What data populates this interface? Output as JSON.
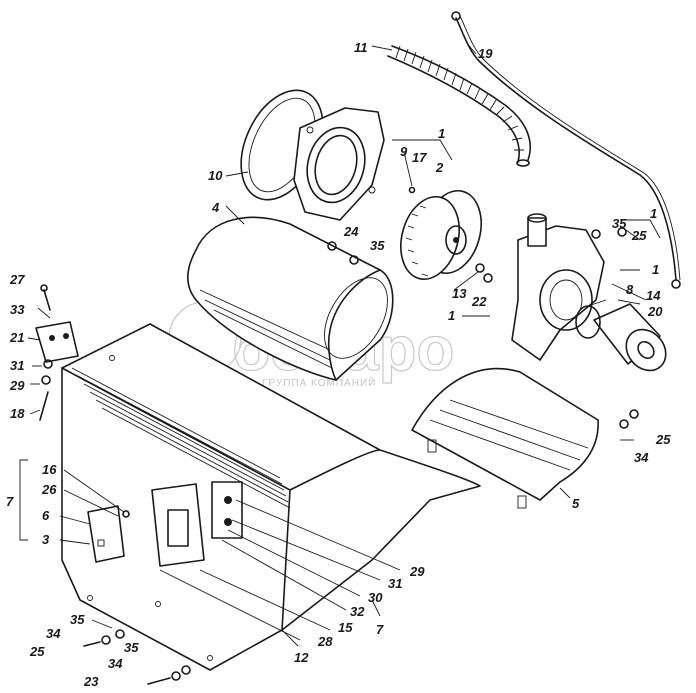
{
  "watermark": {
    "brand": "беларо",
    "tagline": "ГРУППА КОМПАНИЙ"
  },
  "colors": {
    "ink": "#1a1a1a",
    "watermark": "#c9c9c9",
    "background": "#ffffff"
  },
  "labels": [
    {
      "id": "l11",
      "text": "11"
    },
    {
      "id": "l19",
      "text": "19"
    },
    {
      "id": "l1a",
      "text": "1"
    },
    {
      "id": "l9",
      "text": "9"
    },
    {
      "id": "l17",
      "text": "17"
    },
    {
      "id": "l2",
      "text": "2"
    },
    {
      "id": "l10",
      "text": "10"
    },
    {
      "id": "l4",
      "text": "4"
    },
    {
      "id": "l24",
      "text": "24"
    },
    {
      "id": "l35a",
      "text": "35"
    },
    {
      "id": "l35b",
      "text": "35"
    },
    {
      "id": "l1b",
      "text": "1"
    },
    {
      "id": "l25a",
      "text": "25"
    },
    {
      "id": "l1c",
      "text": "1"
    },
    {
      "id": "l8",
      "text": "8"
    },
    {
      "id": "l14",
      "text": "14"
    },
    {
      "id": "l20",
      "text": "20"
    },
    {
      "id": "l13",
      "text": "13"
    },
    {
      "id": "l22",
      "text": "22"
    },
    {
      "id": "l1d",
      "text": "1"
    },
    {
      "id": "l27",
      "text": "27"
    },
    {
      "id": "l33",
      "text": "33"
    },
    {
      "id": "l21",
      "text": "21"
    },
    {
      "id": "l31a",
      "text": "31"
    },
    {
      "id": "l29a",
      "text": "29"
    },
    {
      "id": "l18",
      "text": "18"
    },
    {
      "id": "l25b",
      "text": "25"
    },
    {
      "id": "l34a",
      "text": "34"
    },
    {
      "id": "l5",
      "text": "5"
    },
    {
      "id": "l16",
      "text": "16"
    },
    {
      "id": "l26",
      "text": "26"
    },
    {
      "id": "l7a",
      "text": "7"
    },
    {
      "id": "l6",
      "text": "6"
    },
    {
      "id": "l3",
      "text": "3"
    },
    {
      "id": "l29b",
      "text": "29"
    },
    {
      "id": "l31b",
      "text": "31"
    },
    {
      "id": "l30",
      "text": "30"
    },
    {
      "id": "l32",
      "text": "32"
    },
    {
      "id": "l15",
      "text": "15"
    },
    {
      "id": "l7b",
      "text": "7"
    },
    {
      "id": "l28",
      "text": "28"
    },
    {
      "id": "l12",
      "text": "12"
    },
    {
      "id": "l35c",
      "text": "35"
    },
    {
      "id": "l34b",
      "text": "34"
    },
    {
      "id": "l25c",
      "text": "25"
    },
    {
      "id": "l35d",
      "text": "35"
    },
    {
      "id": "l34c",
      "text": "34"
    },
    {
      "id": "l23",
      "text": "23"
    }
  ]
}
